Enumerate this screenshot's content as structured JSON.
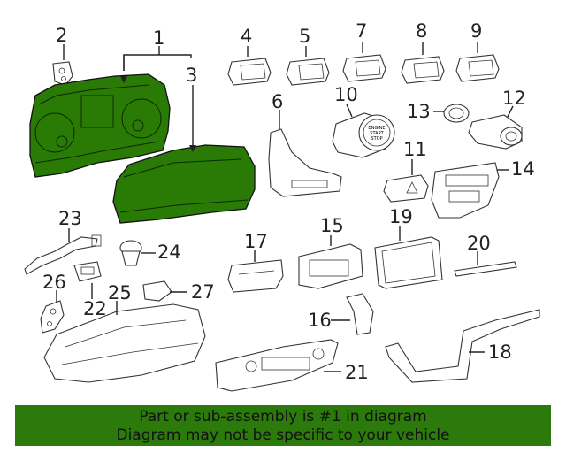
{
  "labels": {
    "p1": "1",
    "p2": "2",
    "p3": "3",
    "p4": "4",
    "p5": "5",
    "p6": "6",
    "p7": "7",
    "p8": "8",
    "p9": "9",
    "p10": "10",
    "p11": "11",
    "p12": "12",
    "p13": "13",
    "p14": "14",
    "p15": "15",
    "p16": "16",
    "p17": "17",
    "p18": "18",
    "p19": "19",
    "p20": "20",
    "p21": "21",
    "p22": "22",
    "p23": "23",
    "p24": "24",
    "p25": "25",
    "p26": "26",
    "p27": "27"
  },
  "start_button_text": {
    "line1": "ENGINE",
    "line2": "START",
    "line3": "STOP"
  },
  "banner": {
    "line1": "Part or sub-assembly is #1 in diagram",
    "line2": "Diagram may not be specific to your vehicle"
  },
  "colors": {
    "highlight": "#2a7a06",
    "banner": "#2b7a0b"
  }
}
